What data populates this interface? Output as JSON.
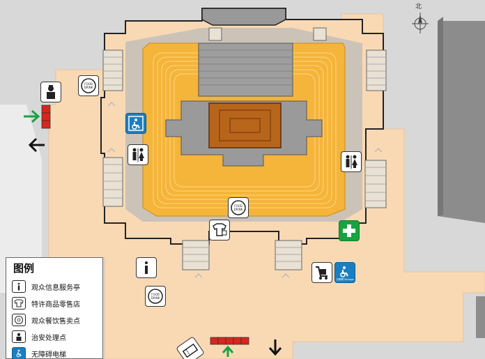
{
  "legend": {
    "title": "图例",
    "items": [
      {
        "label": "观众信息服务亭",
        "icon": "info-icon"
      },
      {
        "label": "特许商品零售店",
        "icon": "shirt-shop-icon"
      },
      {
        "label": "观众餐饮售卖点",
        "icon": "food-drink-icon"
      },
      {
        "label": "治安处理点",
        "icon": "police-icon"
      },
      {
        "label": "无障碍电梯",
        "icon": "accessible-elevator-icon"
      }
    ]
  },
  "compass": {
    "label": "北"
  },
  "icon_text": {
    "food": "FOOD & DRINK",
    "accessible_small": "无障碍 Storage"
  },
  "colors": {
    "plaza": "#f9d9b4",
    "seating": "#f5b43a",
    "stand_gray": "#a7a7a7",
    "court": "#b8651c",
    "background": "#d8d8d8",
    "arrow_green": "#17a345",
    "gate_red": "#d9251c",
    "first_aid": "#18a340",
    "accessible_blue": "#1a7fc1"
  }
}
